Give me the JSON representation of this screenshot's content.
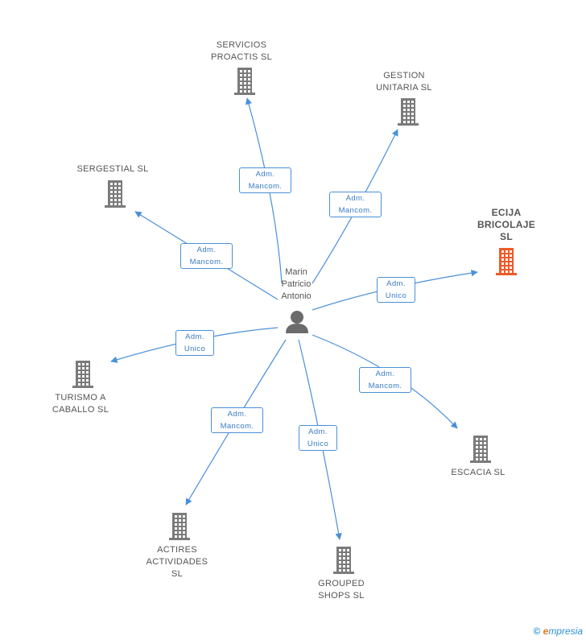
{
  "center": {
    "name": "Marin\nPatricio\nAntonio"
  },
  "companies": [
    {
      "id": "servicios",
      "label": "SERVICIOS\nPROACTIS SL",
      "role": "Adm.\nMancom.",
      "highlight": false
    },
    {
      "id": "gestion",
      "label": "GESTION\nUNITARIA SL",
      "role": "Adm.\nMancom.",
      "highlight": false
    },
    {
      "id": "sergestial",
      "label": "SERGESTIAL SL",
      "role": "Adm.\nMancom.",
      "highlight": false
    },
    {
      "id": "ecija",
      "label": "ECIJA\nBRICOLAJE\nSL",
      "role": "Adm.\nUnico",
      "highlight": true
    },
    {
      "id": "turismo",
      "label": "TURISMO A\nCABALLO SL",
      "role": "Adm.\nUnico",
      "highlight": false
    },
    {
      "id": "escacia",
      "label": "ESCACIA SL",
      "role": "Adm.\nMancom.",
      "highlight": false
    },
    {
      "id": "actires",
      "label": "ACTIRES\nACTIVIDADES\nSL",
      "role": "Adm.\nMancom.",
      "highlight": false
    },
    {
      "id": "grouped",
      "label": "GROUPED\nSHOPS SL",
      "role": "Adm.\nUnico",
      "highlight": false
    }
  ],
  "colors": {
    "edge": "#4a90d9",
    "building": "#7a7a7a",
    "building_highlight": "#f05a28",
    "person": "#6b6b6b"
  },
  "footer": {
    "copyright": "©",
    "brand_first": "e",
    "brand_rest": "mpresia"
  }
}
